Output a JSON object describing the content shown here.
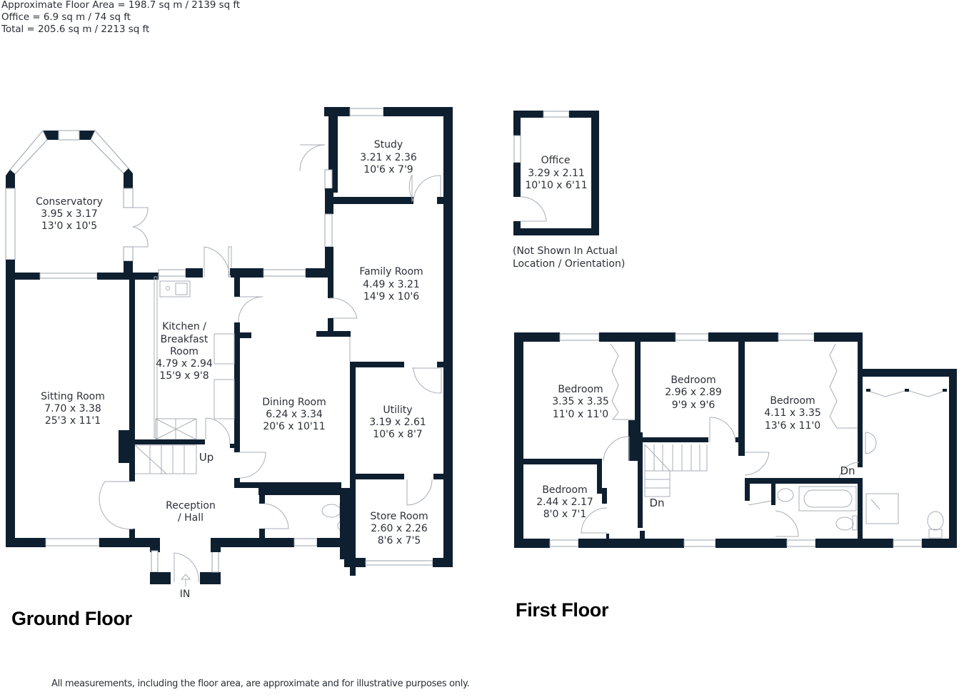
{
  "areas": {
    "approx_floor_area": "Approximate Floor Area = 198.7 sq m / 2139 sq ft",
    "office": "Office = 6.9 sq m / 74 sq ft",
    "total": "Total = 205.6 sq m / 2213 sq ft"
  },
  "ground_floor": {
    "title": "Ground Floor",
    "rooms": [
      {
        "name": "Conservatory",
        "metric": "3.95 x 3.17",
        "imperial": "13'0 x 10'5"
      },
      {
        "name": "Sitting Room",
        "metric": "7.70 x 3.38",
        "imperial": "25'3 x 11'1"
      },
      {
        "name_line1": "Kitchen /",
        "name_line2": "Breakfast",
        "name_line3": "Room",
        "metric": "4.79 x 2.94",
        "imperial": "15'9 x 9'8"
      },
      {
        "name": "Dining Room",
        "metric": "6.24 x 3.34",
        "imperial": "20'6 x 10'11"
      },
      {
        "name": "Study",
        "metric": "3.21 x 2.36",
        "imperial": "10'6 x 7'9"
      },
      {
        "name": "Family Room",
        "metric": "4.49 x 3.21",
        "imperial": "14'9 x 10'6"
      },
      {
        "name": "Utility",
        "metric": "3.19 x 2.61",
        "imperial": "10'6 x 8'7"
      },
      {
        "name": "Store Room",
        "metric": "2.60 x 2.26",
        "imperial": "8'6 x 7'5"
      },
      {
        "name_line1": "Reception",
        "name_line2": "/ Hall"
      }
    ],
    "stairs_label": "Up",
    "entrance_label": "IN"
  },
  "office_outbuilding": {
    "name": "Office",
    "metric": "3.29 x 2.11",
    "imperial": "10'10 x 6'11",
    "note_line1": "(Not Shown In Actual",
    "note_line2": "Location / Orientation)"
  },
  "first_floor": {
    "title": "First Floor",
    "rooms": [
      {
        "name": "Bedroom",
        "metric": "3.35 x 3.35",
        "imperial": "11'0 x 11'0"
      },
      {
        "name": "Bedroom",
        "metric": "2.96 x 2.89",
        "imperial": "9'9 x 9'6"
      },
      {
        "name": "Bedroom",
        "metric": "4.11 x 3.35",
        "imperial": "13'6 x 11'0"
      },
      {
        "name": "Bedroom",
        "metric": "2.44 x 2.17",
        "imperial": "8'0 x 7'1"
      }
    ],
    "stairs_label": "Dn",
    "loft_stairs_label": "Dn"
  },
  "disclaimer": "All measurements, including the floor area, are approximate and for illustrative purposes only.",
  "colors": {
    "wall": "#0e1f30",
    "text": "#2b3038",
    "fixture_line": "#a7aeb6"
  }
}
